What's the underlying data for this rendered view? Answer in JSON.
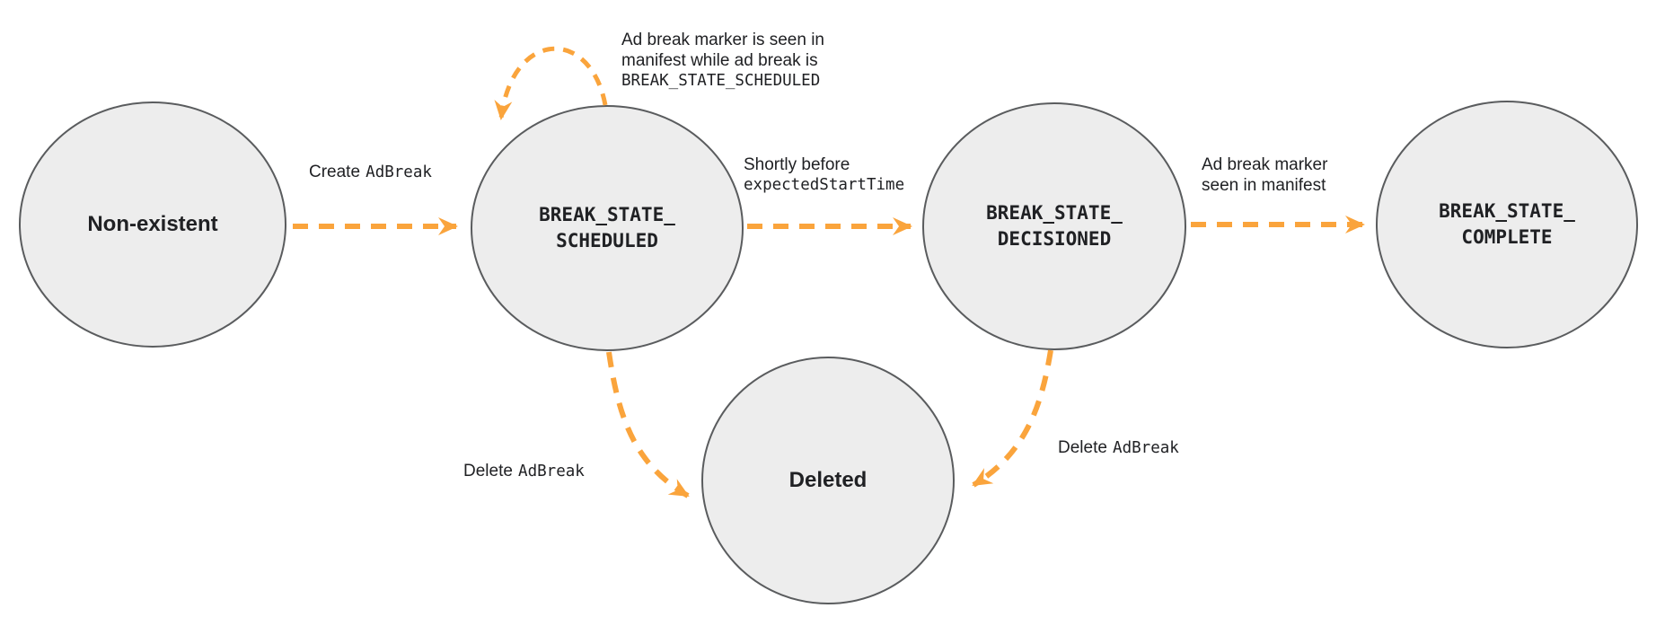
{
  "colors": {
    "arrow": "#FAA43C",
    "state_fill": "#EDEDED",
    "state_border": "#5A5C5E",
    "text": "#202124"
  },
  "states": {
    "non_existent": {
      "label": "Non-existent"
    },
    "scheduled": {
      "line1": "BREAK_STATE_",
      "line2": "SCHEDULED"
    },
    "decisioned": {
      "line1": "BREAK_STATE_",
      "line2": "DECISIONED"
    },
    "complete": {
      "line1": "BREAK_STATE_",
      "line2": "COMPLETE"
    },
    "deleted": {
      "label": "Deleted"
    }
  },
  "transitions": {
    "create": {
      "plain": "Create",
      "code": "AdBreak"
    },
    "self_loop": {
      "line1": "Ad break marker is seen in",
      "line2": "manifest while ad break is",
      "code": "BREAK_STATE_SCHEDULED"
    },
    "shortly": {
      "plain": "Shortly before",
      "code": "expectedStartTime"
    },
    "marker_seen": {
      "line1": "Ad break marker",
      "line2": "seen in manifest"
    },
    "delete_left": {
      "plain": "Delete",
      "code": "AdBreak"
    },
    "delete_right": {
      "plain": "Delete",
      "code": "AdBreak"
    }
  }
}
